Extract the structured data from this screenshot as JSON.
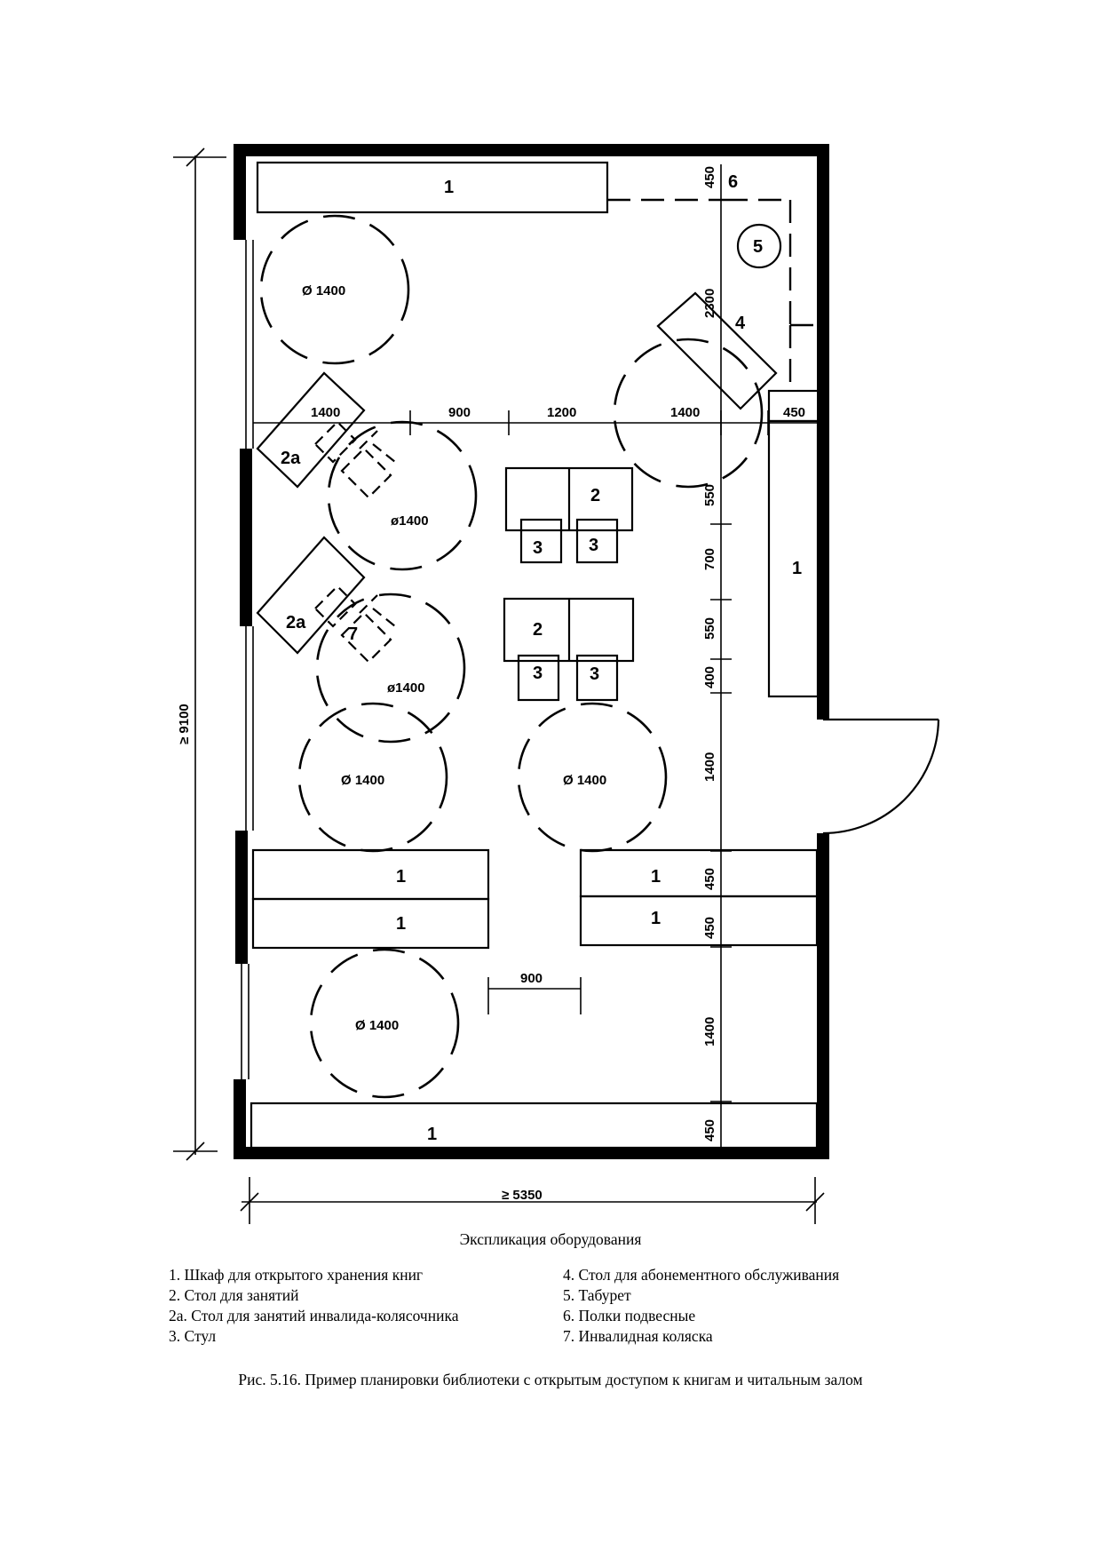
{
  "plan": {
    "labels": {
      "shelf": "1",
      "table": "2",
      "table_wheelchair": "2а",
      "chair": "3",
      "service_desk": "4",
      "stool": "5",
      "hanging_shelves": "6",
      "wheelchair": "7"
    },
    "dims": {
      "overall_height": "≥ 9100",
      "overall_width": "≥ 5350",
      "d1400": "Ø 1400",
      "d1400_alt": "ø1400",
      "d1400_alt2": "ø1400",
      "d1400_bottom": "Ø  1400",
      "w1400": "1400",
      "w900": "900",
      "w1200": "1200",
      "w1400b": "1400",
      "w450": "450",
      "v450": "450",
      "v2300": "2300",
      "v550": "550",
      "v700": "700",
      "v550b": "550",
      "v400": "400",
      "v1400": "1400",
      "v450b": "450",
      "v450c": "450",
      "v1400b": "1400",
      "v450d": "450",
      "bottom900": "900"
    }
  },
  "legend": {
    "title": "Экспликация оборудования",
    "left": [
      "1. Шкаф для открытого хранения книг",
      "2. Стол для занятий",
      "2а. Стол для занятий инвалида-колясочника",
      "3. Стул"
    ],
    "right": [
      "4. Стол для абонементного обслуживания",
      "5. Табурет",
      "6. Полки подвесные",
      "7. Инвалидная коляска"
    ]
  },
  "caption": "Рис. 5.16. Пример планировки библиотеки с открытым доступом к книгам и читальным залом"
}
